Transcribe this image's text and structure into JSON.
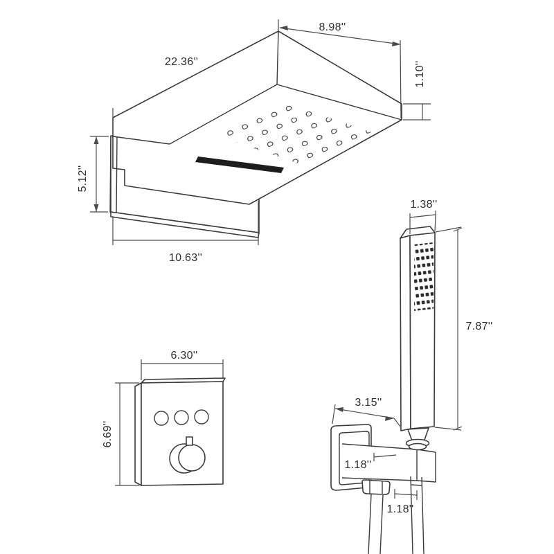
{
  "page": {
    "background_color": "#ffffff",
    "line_color": "#3a3a3a",
    "text_color": "#2d2d2d",
    "units": "inches"
  },
  "diagram": {
    "product": "Wall-mounted waterfall rain shower system with handheld shower and 3-button thermostatic valve",
    "components": {
      "rain_shower_head": {
        "name": "waterfall rain shower head",
        "width_label": "22.36''",
        "depth_label": "8.98''",
        "edge_thickness_label": "1.10''"
      },
      "head_wall_plate": {
        "name": "shower head wall plate",
        "height_label": "5.12''",
        "width_label": "10.63''"
      },
      "hand_shower": {
        "name": "handheld shower wand",
        "width_label": "1.38''",
        "length_label": "7.87''"
      },
      "valve": {
        "name": "thermostatic valve panel",
        "width_label": "6.30''",
        "height_label": "6.69''",
        "button_count": 3
      },
      "holder": {
        "name": "hand shower holder with water outlet",
        "projection_label": "3.15''",
        "block_height_label": "1.18''",
        "outlet_width_label": "1.18''"
      }
    }
  }
}
